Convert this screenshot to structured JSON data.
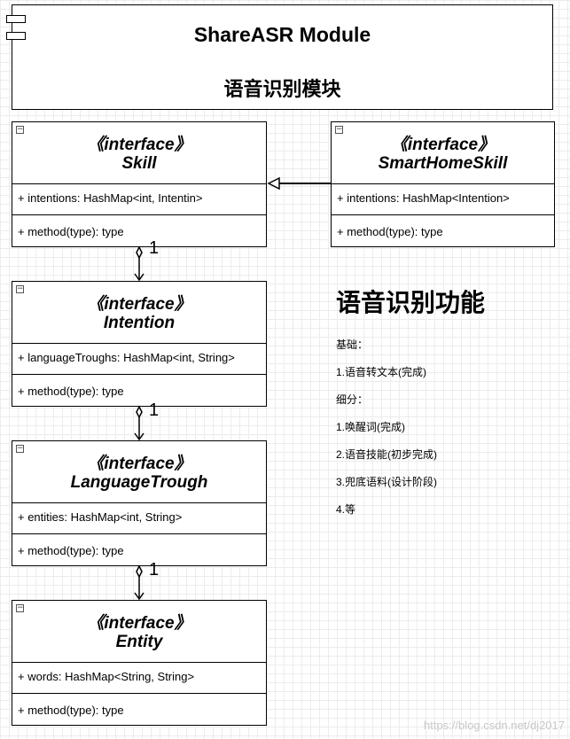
{
  "module": {
    "title": "ShareASR Module",
    "subtitle": "语音识别模块"
  },
  "classes": [
    {
      "stereotype": "《interface》",
      "name": "Skill",
      "attribute": "+ intentions: HashMap<int, Intentin>",
      "method": "+ method(type): type"
    },
    {
      "stereotype": "《interface》",
      "name": "SmartHomeSkill",
      "attribute": "+ intentions: HashMap<Intention>",
      "method": "+ method(type): type"
    },
    {
      "stereotype": "《interface》",
      "name": "Intention",
      "attribute": "+ languageTroughs: HashMap<int, String>",
      "method": "+ method(type): type"
    },
    {
      "stereotype": "《interface》",
      "name": "LanguageTrough",
      "attribute": "+ entities: HashMap<int, String>",
      "method": "+ method(type): type"
    },
    {
      "stereotype": "《interface》",
      "name": "Entity",
      "attribute": "+ words: HashMap<String, String>",
      "method": "+ method(type): type"
    }
  ],
  "multiplicities": [
    "1",
    "1",
    "1"
  ],
  "notes": {
    "title": "语音识别功能",
    "lines": [
      "基础：",
      "1.语音转文本(完成)",
      "细分：",
      "1.唤醒词(完成)",
      "2.语音技能(初步完成)",
      "3.兜底语料(设计阶段)",
      "4.等"
    ]
  },
  "watermark": "https://blog.csdn.net/dj2017"
}
